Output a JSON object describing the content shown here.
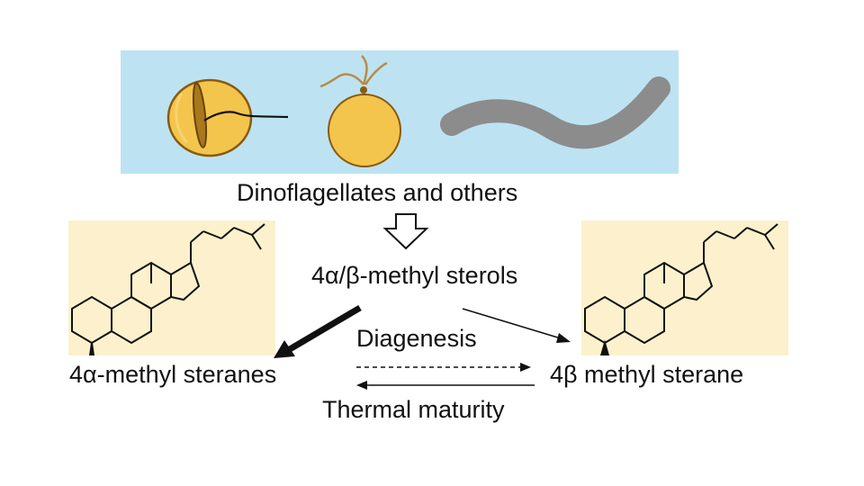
{
  "figure": {
    "source_label": "Dinoflagellates and others",
    "intermediate_label": "4α/β-methyl sterols",
    "left_product_label": "4α-methyl steranes",
    "right_product_label": "4β methyl sterane",
    "forward_process_label": "Diagenesis",
    "reverse_process_label": "Thermal maturity"
  },
  "organisms": [
    {
      "name": "dinoflagellate-icon"
    },
    {
      "name": "flagellate-cell-icon"
    },
    {
      "name": "worm-like-cell-icon"
    }
  ],
  "colors": {
    "organism_panel": "#bde3f2",
    "molecule_panel": "#fcf1cc",
    "cell_fill": "#f3c54d",
    "cell_outline": "#8a5a10",
    "flagella": "#b88b4a",
    "worm_fill": "#8c8c8c",
    "ink": "#111111"
  }
}
